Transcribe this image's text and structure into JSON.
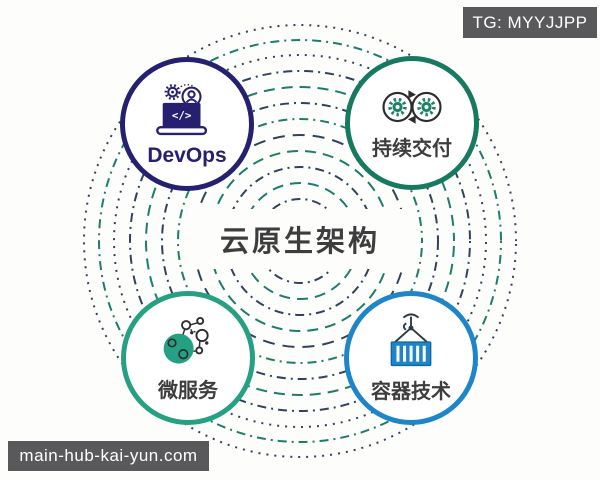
{
  "watermarks": {
    "tg_badge": "TG: MYYJJPP",
    "domain_badge": "main-hub-kai-yun.com"
  },
  "diagram": {
    "title": "云原生架构",
    "title_color": "#3d3d3d",
    "nodes": [
      {
        "id": "devops",
        "label": "DevOps",
        "icon": "devops-laptop-icon",
        "icon_text": "</>",
        "border_color": "#262070"
      },
      {
        "id": "continuous-delivery",
        "label": "持续交付",
        "icon": "infinity-gears-icon",
        "border_color": "#177a60"
      },
      {
        "id": "microservices",
        "label": "微服务",
        "icon": "molecule-network-icon",
        "border_color": "#26a083"
      },
      {
        "id": "container-technology",
        "label": "容器技术",
        "icon": "container-crane-icon",
        "border_color": "#1e86c8"
      }
    ]
  },
  "colors": {
    "bg": "#fdfdfc",
    "badge_bg": "#59595b",
    "badge_text": "#ffffff",
    "ring_dark": "#31435a",
    "ring_teal": "#1e7c6a",
    "devops_navy": "#262070",
    "cd_green": "#177a60",
    "micro_teal": "#26a083",
    "container_blue": "#1e86c8",
    "icon_dark": "#2d2d2d",
    "gear_teal": "#1d8168",
    "title_color": "#3d3d3d"
  }
}
